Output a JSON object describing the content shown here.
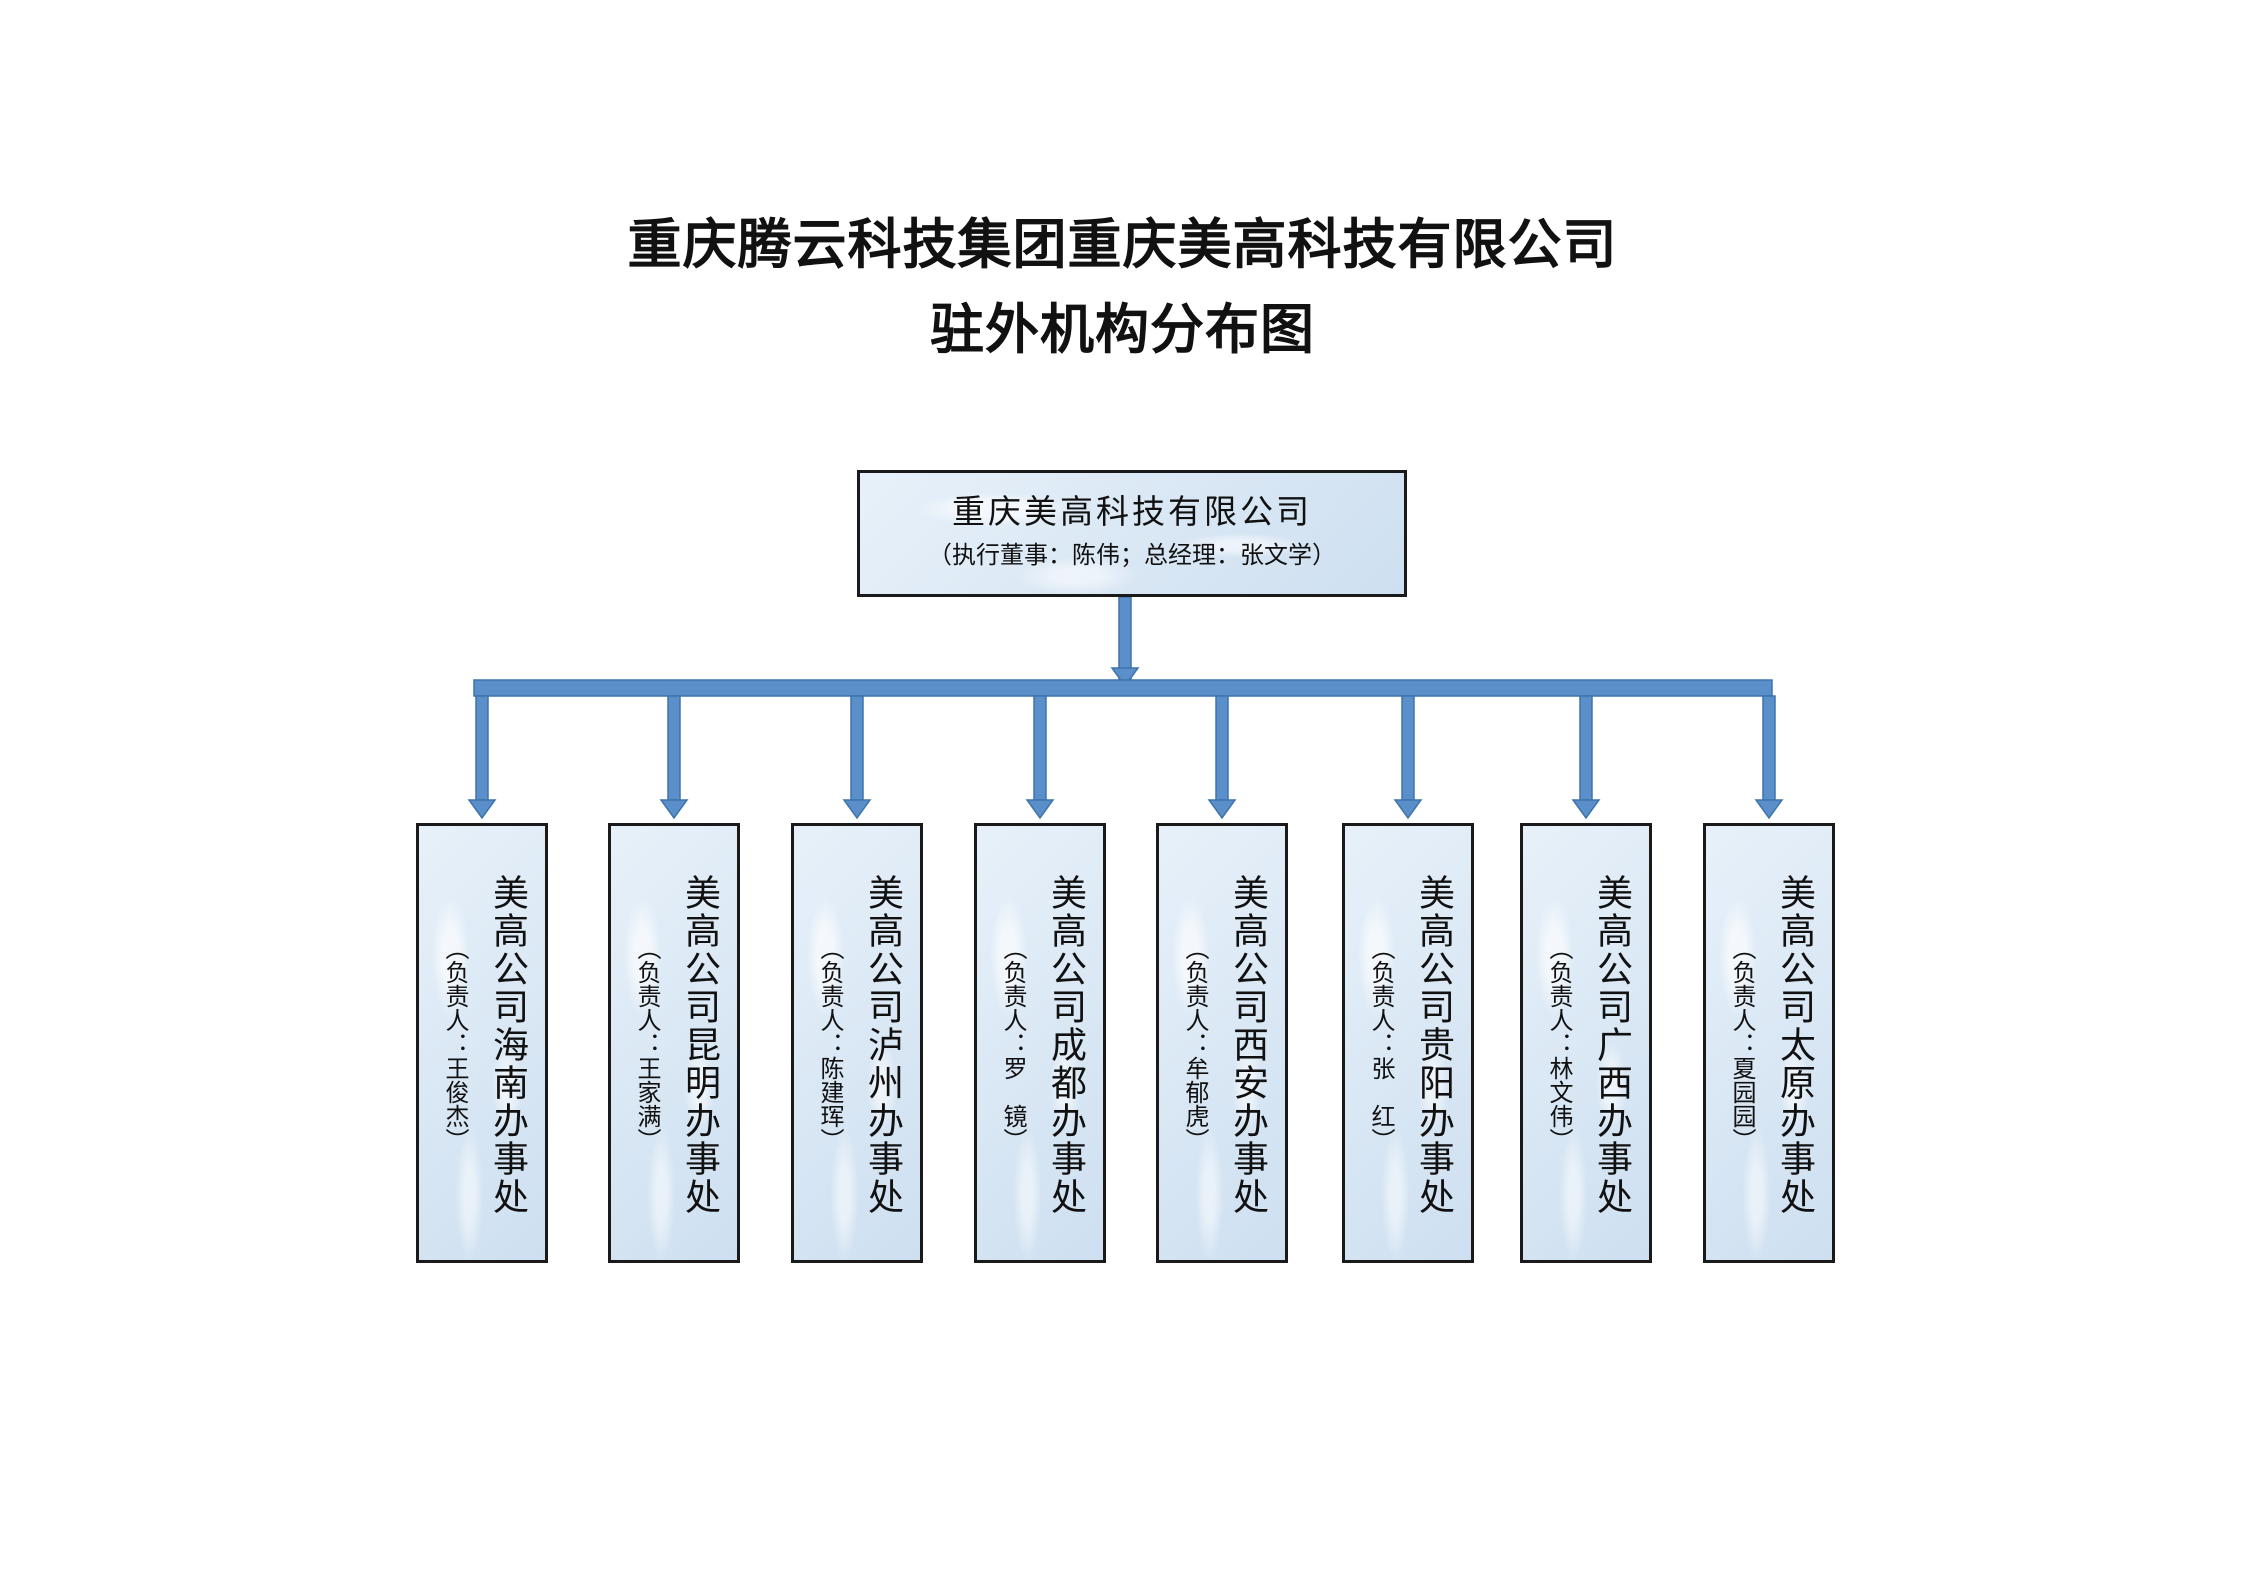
{
  "title": {
    "line1": "重庆腾云科技集团重庆美高科技有限公司",
    "line2": "驻外机构分布图"
  },
  "root": {
    "name": "重庆美高科技有限公司",
    "subtitle": "（执行董事：陈伟；总经理：张文学）"
  },
  "offices": [
    {
      "name": "美高公司海南办事处",
      "lead": "（负责人：王俊杰）"
    },
    {
      "name": "美高公司昆明办事处",
      "lead": "（负责人：王家满）"
    },
    {
      "name": "美高公司泸州办事处",
      "lead": "（负责人：陈建珲）"
    },
    {
      "name": "美高公司成都办事处",
      "lead": "（负责人：罗　镜）"
    },
    {
      "name": "美高公司西安办事处",
      "lead": "（负责人：牟郁虎）"
    },
    {
      "name": "美高公司贵阳办事处",
      "lead": "（负责人：张　红）"
    },
    {
      "name": "美高公司广西办事处",
      "lead": "（负责人：林文伟）"
    },
    {
      "name": "美高公司太原办事处",
      "lead": "（负责人：夏园园）"
    }
  ],
  "colors": {
    "connector": "#5b8fc9",
    "connector_edge": "#3f73ad",
    "box_fill": "#dbe9f6",
    "box_border": "#1a1a1a"
  }
}
